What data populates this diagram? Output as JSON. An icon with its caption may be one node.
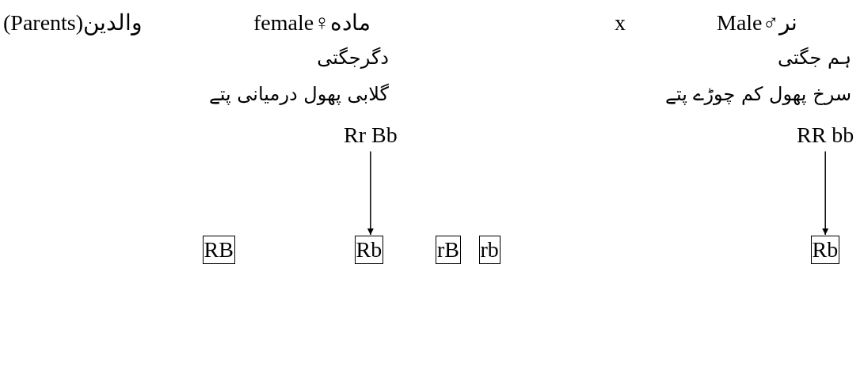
{
  "diagram": {
    "nodes": [
      {
        "text": [
          "Rr Bb"
        ]
      },
      {
        "text": [
          "RR bb"
        ]
      },
      {
        "text": [
          "RB"
        ]
      },
      {
        "text": [
          "Rb"
        ]
      },
      {
        "text": [
          "rB"
        ]
      },
      {
        "text": [
          "rb"
        ]
      },
      {
        "text": [
          "Rb"
        ]
      }
    ],
    "edges": [
      {
        "from": 0,
        "to": 3,
        "arrow": "to"
      },
      {
        "from": 1,
        "to": 6,
        "arrow": "to"
      }
    ],
    "labels": [
      "(Parents)والدین",
      "female♀ماده",
      "x",
      "Male♂نر",
      "دگرجگتی",
      "ہم جگتی",
      "گلابی پھول درمیانی پتے",
      "سرخ پھول کم چوڑے پتے"
    ]
  }
}
